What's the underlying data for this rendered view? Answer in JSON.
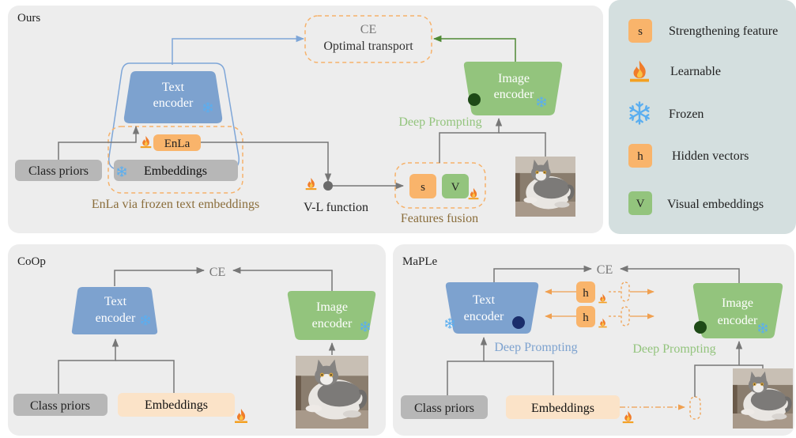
{
  "colors": {
    "panel_bg": "#ededed",
    "legend_bg": "#d4dfdf",
    "text_encoder": "#7da2cf",
    "image_encoder": "#93c47d",
    "orange_box": "#f9b46b",
    "orange_dash": "#f6b26b",
    "gray_box": "#b7b7b7",
    "peach_box": "#fbe3c8",
    "blue_arrow": "#7ea6d8",
    "green_arrow": "#4f8a35",
    "brown_text": "#8a6d3b",
    "green_text": "#93c47d",
    "blue_text": "#7da2cf"
  },
  "ours": {
    "title": "Ours",
    "ce": "CE",
    "ot": "Optimal transport",
    "text_encoder": [
      "Text",
      "encoder"
    ],
    "image_encoder": [
      "Image",
      "encoder"
    ],
    "deep_prompting": "Deep Prompting",
    "enla": "EnLa",
    "class_priors": "Class priors",
    "embeddings": "Embeddings",
    "enla_caption": "EnLa via frozen text embeddings",
    "vl_function": "V-L function",
    "s": "s",
    "v": "V",
    "features_fusion": "Features fusion"
  },
  "legend": {
    "items": [
      {
        "symbol": "s",
        "label": "Strengthening feature",
        "icon": "orange-box"
      },
      {
        "symbol": "",
        "label": "Learnable",
        "icon": "flame-icon"
      },
      {
        "symbol": "",
        "label": "Frozen",
        "icon": "snowflake-icon"
      },
      {
        "symbol": "h",
        "label": "Hidden vectors",
        "icon": "orange-box"
      },
      {
        "symbol": "V",
        "label": "Visual embeddings",
        "icon": "green-box"
      }
    ]
  },
  "coop": {
    "title": "CoOp",
    "ce": "CE",
    "text_encoder": [
      "Text",
      "encoder"
    ],
    "image_encoder": [
      "Image",
      "encoder"
    ],
    "class_priors": "Class priors",
    "embeddings": "Embeddings"
  },
  "maple": {
    "title": "MaPLe",
    "ce": "CE",
    "text_encoder": [
      "Text",
      "encoder"
    ],
    "image_encoder": [
      "Image",
      "encoder"
    ],
    "h": "h",
    "deep_prompting_text": "Deep Prompting",
    "deep_prompting_image": "Deep Prompting",
    "class_priors": "Class priors",
    "embeddings": "Embeddings"
  }
}
